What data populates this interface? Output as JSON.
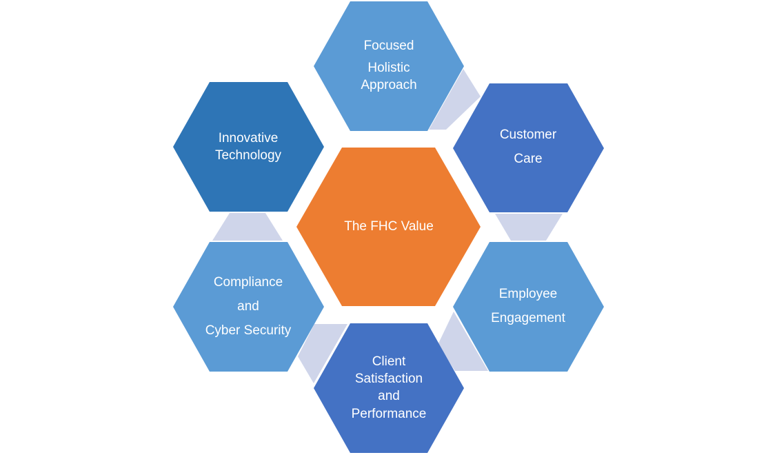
{
  "colors": {
    "center": "#ED7D31",
    "light_blue": "#5B9BD5",
    "medium_blue": "#4472C4",
    "dark_blue": "#2E75B6",
    "connector": "#CFD5EA",
    "text": "#FFFFFF"
  },
  "center": {
    "lines": [
      "The FHC Value"
    ]
  },
  "nodes": [
    {
      "id": "focused-holistic-approach",
      "lines": [
        "Focused",
        "Holistic",
        "Approach"
      ],
      "color": "#5B9BD5"
    },
    {
      "id": "customer-care",
      "lines": [
        "Customer",
        "Care"
      ],
      "color": "#4472C4"
    },
    {
      "id": "employee-engagement",
      "lines": [
        "Employee",
        "Engagement"
      ],
      "color": "#5B9BD5"
    },
    {
      "id": "client-satisfaction-performance",
      "lines": [
        "Client",
        "Satisfaction",
        "and",
        "Performance"
      ],
      "color": "#4472C4"
    },
    {
      "id": "compliance-cyber-security",
      "lines": [
        "Compliance",
        "and",
        "Cyber Security"
      ],
      "color": "#5B9BD5"
    },
    {
      "id": "innovative-technology",
      "lines": [
        "Innovative",
        "Technology"
      ],
      "color": "#2E75B6"
    }
  ]
}
